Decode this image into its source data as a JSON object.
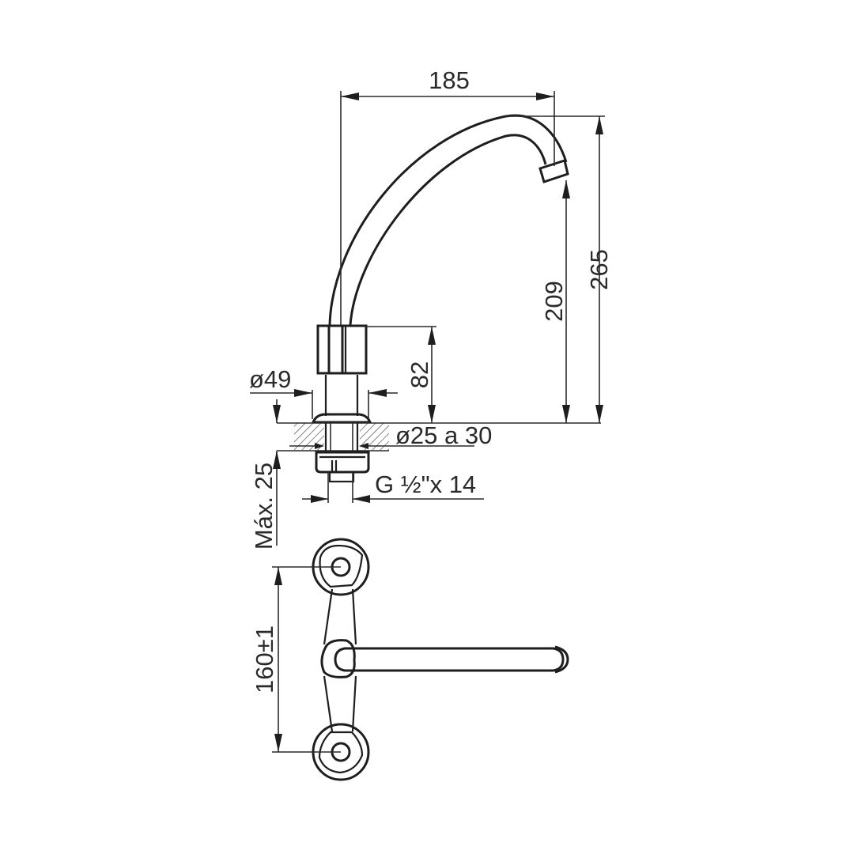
{
  "drawing": {
    "title": "Faucet dimension drawing",
    "colors": {
      "line": "#2a2a2a",
      "background": "#ffffff"
    },
    "side_view": {
      "dimensions": {
        "spout_reach": "185",
        "total_height": "265",
        "outlet_height": "209",
        "body_height": "82",
        "base_diameter": "ø49",
        "hole_diameter": "ø25 a 30",
        "thread": "G ½\"x 14",
        "max_thickness": "Máx. 25"
      }
    },
    "top_view": {
      "dimensions": {
        "center_distance": "160±1"
      }
    }
  }
}
